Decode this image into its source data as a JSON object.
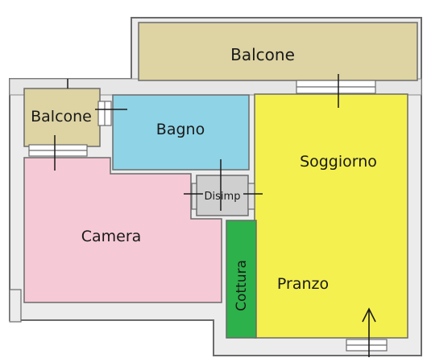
{
  "rooms": {
    "balcone_top": "Balcone",
    "balcone_left": "Balcone",
    "bagno": "Bagno",
    "soggiorno": "Soggiorno",
    "disimp": "Disimp",
    "camera": "Camera",
    "cottura": "Cottura",
    "pranzo": "Pranzo"
  },
  "colors": {
    "balcone": "#ddd3a3",
    "bagno": "#8fd3e6",
    "soggiorno": "#f4f050",
    "disimp": "#cfcfcf",
    "camera": "#f6c9d6",
    "cottura": "#2db14a",
    "wall": "#6b6b6b",
    "wall_fill": "#ececec"
  }
}
